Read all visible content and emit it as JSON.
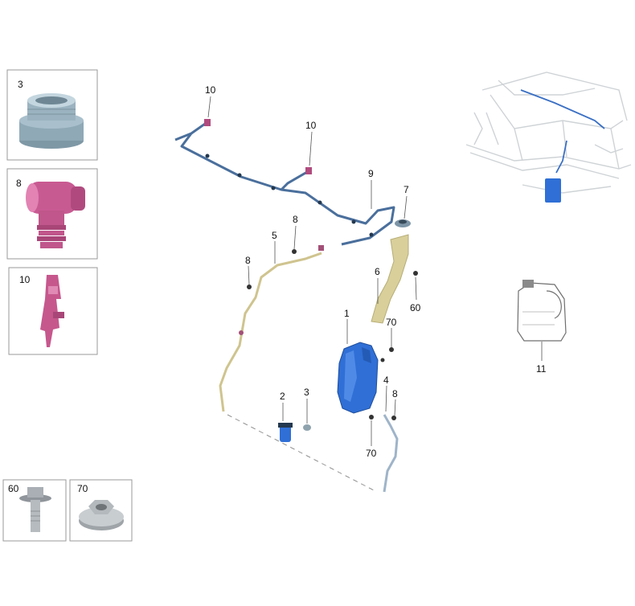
{
  "callouts": {
    "c10a": "10",
    "c10b": "10",
    "c9": "9",
    "c7": "7",
    "c5": "5",
    "c8a": "8",
    "c8b": "8",
    "c6": "6",
    "c60": "60",
    "c1": "1",
    "c70a": "70",
    "c4": "4",
    "c8c": "8",
    "c2": "2",
    "c3": "3",
    "c70b": "70",
    "c11": "11"
  },
  "thumbnails": {
    "t3": "3",
    "t8": "8",
    "t10": "10",
    "t60": "60",
    "t70": "70"
  },
  "colors": {
    "hose_blue": "#4a6f9c",
    "reservoir_blue": "#2f6fd6",
    "filler_tan": "#d8cf9a",
    "connector_pink": "#c9578f",
    "part_grey": "#8fa3ae",
    "line_grey": "#555555"
  },
  "icons": {
    "main": "windscreen-washer-system-exploded-view",
    "vehicle_context": "vehicle-front-structure-outline",
    "fluid": "washer-fluid-canister"
  }
}
